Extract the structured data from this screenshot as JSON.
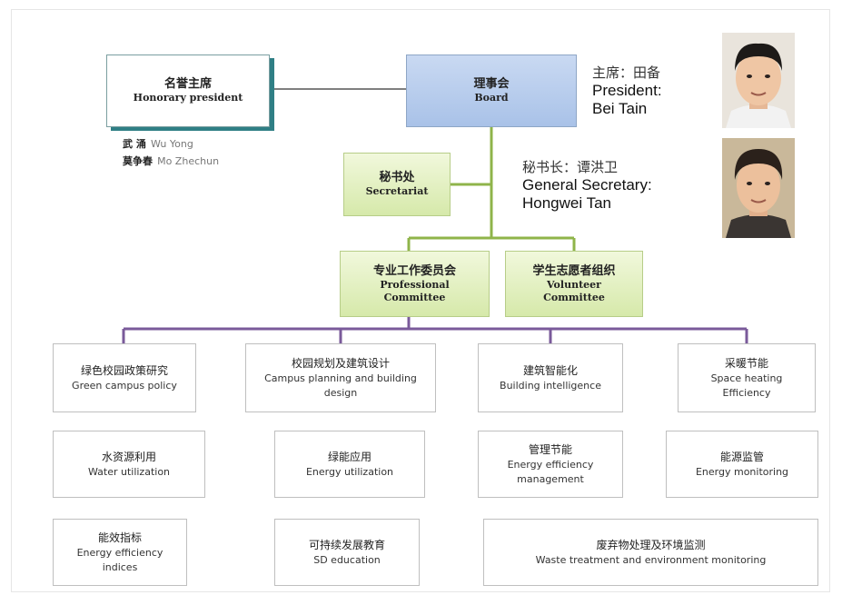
{
  "honorary": {
    "zh": "名誉主席",
    "en": "Honorary president"
  },
  "honorary_members": [
    {
      "zh": "武  涌",
      "en": "Wu Yong"
    },
    {
      "zh": "莫争春",
      "en": "Mo Zhechun"
    }
  ],
  "board": {
    "zh": "理事会",
    "en": "Board"
  },
  "president": {
    "zh": "主席：田备",
    "en_title": "President:",
    "en_name": "Bei Tain"
  },
  "secretariat": {
    "zh": "秘书处",
    "en": "Secretariat"
  },
  "general_secretary": {
    "zh": "秘书长：谭洪卫",
    "en_title": "General Secretary:",
    "en_name": "Hongwei Tan"
  },
  "professional": {
    "zh": "专业工作委员会",
    "en1": "Professional",
    "en2": "Committee"
  },
  "volunteer": {
    "zh": "学生志愿者组织",
    "en1": "Volunteer",
    "en2": "Committee"
  },
  "committees": [
    {
      "zh": "绿色校园政策研究",
      "en": "Green campus policy"
    },
    {
      "zh": "校园规划及建筑设计",
      "en": "Campus planning and building design"
    },
    {
      "zh": "建筑智能化",
      "en": "Building intelligence"
    },
    {
      "zh": "采暖节能",
      "en": "Space heating Efficiency"
    },
    {
      "zh": "水资源利用",
      "en": "Water utilization"
    },
    {
      "zh": "绿能应用",
      "en": "Energy utilization"
    },
    {
      "zh": "管理节能",
      "en": "Energy efficiency management"
    },
    {
      "zh": "能源监管",
      "en": "Energy monitoring"
    },
    {
      "zh": "能效指标",
      "en": "Energy efficiency indices"
    },
    {
      "zh": "可持续发展教育",
      "en": "SD education"
    },
    {
      "zh": "废弃物处理及环境监测",
      "en": "Waste treatment and environment monitoring"
    }
  ],
  "colors": {
    "board_blue": "#b8cdee",
    "green_box": "#dcecb4",
    "green_line": "#8fb44a",
    "purple_line": "#7a5a9a",
    "teal_shadow": "#2f7f85"
  }
}
